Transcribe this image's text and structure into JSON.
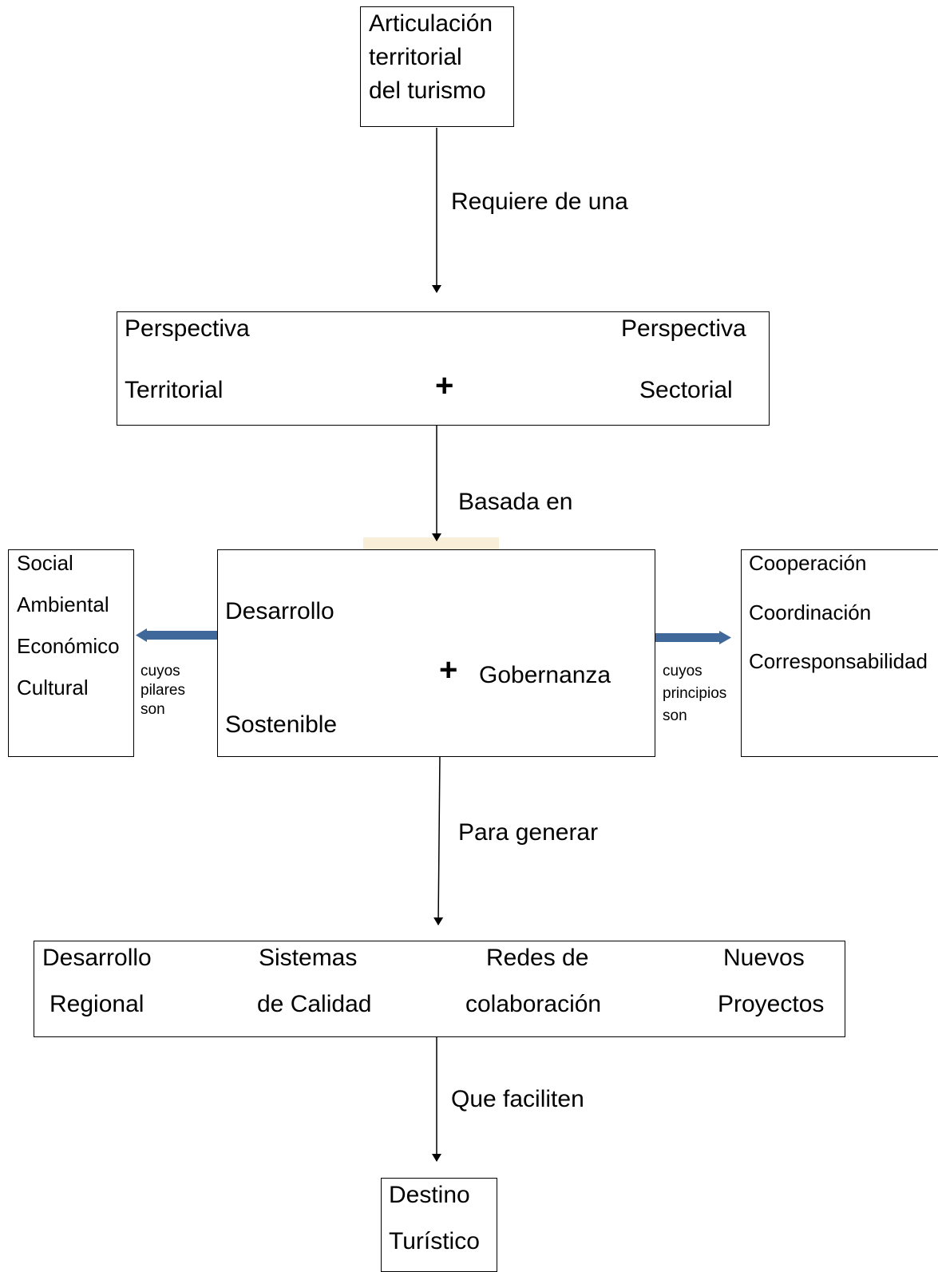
{
  "top_box": {
    "lines": [
      "Articulación",
      "territorial",
      "del turismo"
    ]
  },
  "edge_1": "Requiere de una",
  "perspective_box": {
    "left_top": "Perspectiva",
    "left_bottom": "Territorial",
    "plus": "+",
    "right_top": "Perspectiva",
    "right_bottom": "Sectorial"
  },
  "edge_2": "Basada en",
  "center_box": {
    "desarrollo": "Desarrollo",
    "sostenible": "Sostenible",
    "plus": "+",
    "gobernanza": "Gobernanza"
  },
  "left_box": {
    "items": [
      "Social",
      "Ambiental",
      "Económico",
      "Cultural"
    ]
  },
  "left_edge": [
    "cuyos",
    "pilares",
    "son"
  ],
  "right_box": {
    "items": [
      "Cooperación",
      "Coordinación",
      "Corresponsabilidad"
    ]
  },
  "right_edge": [
    "cuyos",
    "principios",
    "son"
  ],
  "edge_3": "Para generar",
  "outcomes_box": {
    "items": [
      {
        "line1": "Desarrollo",
        "line2": "Regional"
      },
      {
        "line1": "Sistemas",
        "line2": "de Calidad"
      },
      {
        "line1": "Redes de",
        "line2": "colaboración"
      },
      {
        "line1": "Nuevos",
        "line2": "Proyectos"
      }
    ]
  },
  "edge_4": "Que faciliten",
  "bottom_box": {
    "lines": [
      "Destino",
      "Turístico"
    ]
  },
  "colors": {
    "line": "#000000",
    "blue_arrow": "#41689b",
    "watermark_gold": "#e8c986",
    "watermark_blue": "#9aaed6"
  },
  "icons": {
    "watermark": "university-crest-icon"
  }
}
